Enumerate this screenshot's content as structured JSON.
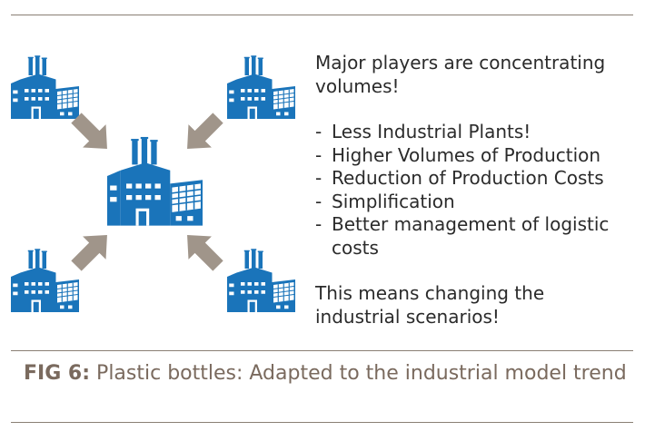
{
  "diagram": {
    "center_node": "factory-icon",
    "outer_nodes": [
      "factory-icon",
      "factory-icon",
      "factory-icon",
      "factory-icon"
    ],
    "colors": {
      "factory": "#1a74ba",
      "arrow": "#a0958a",
      "rule": "#8a7f74",
      "caption": "#7a6a5e"
    }
  },
  "content": {
    "heading": "Major players are concentrating volumes!",
    "bullets": [
      "Less Industrial Plants!",
      "Higher Volumes of Production",
      "Reduction of Production Costs",
      "Simplification",
      "Better management of logistic costs"
    ],
    "conclusion": "This means changing the industrial scenarios!"
  },
  "caption": {
    "label": "FIG 6:",
    "text": "Plastic bottles: Adapted to the industrial model trend"
  }
}
